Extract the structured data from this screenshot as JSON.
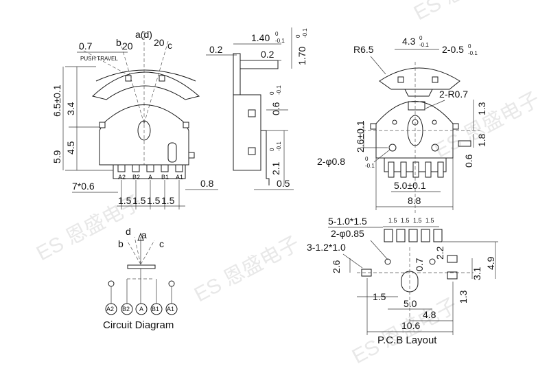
{
  "watermark": "ES 恩盛电子",
  "front_view": {
    "dim_07": "0.7",
    "push_travel": "PUSH TRAVEL",
    "angle_left": "20",
    "angle_right": "20",
    "label_b": "b",
    "label_ad": "a(d)",
    "label_c": "c",
    "dim_65": "6.5±0.1",
    "dim_34": "3.4",
    "dim_45": "4.5",
    "dim_59": "5.9",
    "pin_labels": [
      "A2",
      "B2",
      "A",
      "B1",
      "A1"
    ],
    "dim_7x06": "7*0.6",
    "dim_08": "0.8",
    "pitch_labels": [
      "1.5",
      "1.5",
      "1.5",
      "1.5"
    ]
  },
  "side_view": {
    "dim_140": "1.40",
    "tol_140_upper": "0",
    "tol_140_lower": "-0.1",
    "dim_170": "1.70",
    "tol_170_upper": "0",
    "tol_170_lower": "-0.1",
    "dim_02a": "0.2",
    "dim_02b": "0.2",
    "dim_06": "0.6",
    "tol_06_upper": "0",
    "tol_06_lower": "-0.1",
    "dim_21": "2.1",
    "tol_21_upper": "0",
    "tol_21_lower": "-0.1",
    "dim_05": "0.5"
  },
  "back_view": {
    "dim_r65": "R6.5",
    "dim_43": "4.3",
    "tol_43_upper": "0",
    "tol_43_lower": "-0.1",
    "dim_2x05": "2-0.5",
    "tol_2x05_upper": "0",
    "tol_2x05_lower": "-0.1",
    "dim_2r07": "2-R0.7",
    "dim_13": "1.3",
    "dim_26": "2.6±0.1",
    "dim_18": "1.8",
    "dim_2phi08": "2-φ0.8",
    "tol_2phi08_upper": "0",
    "tol_2phi08_lower": "-0.1",
    "dim_06": "0.6",
    "dim_50": "5.0±0.1",
    "dim_88": "8.8"
  },
  "circuit": {
    "labels_top": [
      "d",
      "a"
    ],
    "label_b": "b",
    "label_c": "c",
    "terminals": [
      "A2",
      "B2",
      "A",
      "B1",
      "A1"
    ],
    "caption": "Circuit Diagram"
  },
  "pcb": {
    "dim_5x10": "5-1.0*1.5",
    "pitch_labels": [
      "1.5",
      "1.5",
      "1.5",
      "1.5"
    ],
    "dim_2phi085": "2-φ0.85",
    "dim_3x12": "3-1.2*1.0",
    "dim_26": "2.6",
    "dim_07": "0.7",
    "dim_22": "2.2",
    "dim_31": "3.1",
    "dim_49": "4.9",
    "dim_15": "1.5",
    "dim_50": "5.0",
    "dim_13": "1.3",
    "dim_48": "4.8",
    "dim_106": "10.6",
    "caption": "P.C.B Layout"
  }
}
